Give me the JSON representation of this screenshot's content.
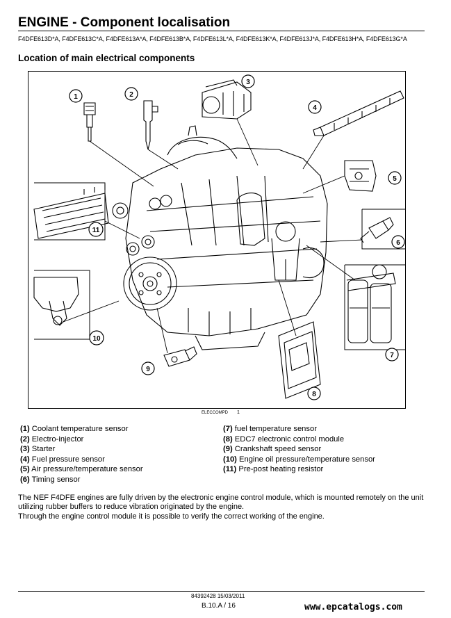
{
  "header": {
    "title": "ENGINE - Component localisation",
    "models": "F4DFE613D*A, F4DFE613C*A, F4DFE613A*A, F4DFE613B*A, F4DFE613L*A, F4DFE613K*A, F4DFE613J*A, F4DFE613H*A, F4DFE613G*A"
  },
  "section": {
    "title": "Location of main electrical components"
  },
  "figure": {
    "reference": "ELECCOMPD",
    "number": "1",
    "callouts": [
      "1",
      "2",
      "3",
      "4",
      "5",
      "6",
      "7",
      "8",
      "9",
      "10",
      "11"
    ]
  },
  "legend": {
    "left": [
      {
        "num": "(1)",
        "text": " Coolant temperature sensor"
      },
      {
        "num": "(2)",
        "text": " Electro-injector"
      },
      {
        "num": "(3)",
        "text": " Starter"
      },
      {
        "num": "(4)",
        "text": " Fuel pressure sensor"
      },
      {
        "num": "(5)",
        "text": " Air pressure/temperature sensor"
      },
      {
        "num": "(6)",
        "text": " Timing sensor"
      }
    ],
    "right": [
      {
        "num": "(7)",
        "text": " fuel temperature sensor"
      },
      {
        "num": "(8)",
        "text": " EDC7 electronic control module"
      },
      {
        "num": "(9)",
        "text": " Crankshaft speed sensor"
      },
      {
        "num": "(10)",
        "text": " Engine oil pressure/temperature sensor"
      },
      {
        "num": "(11)",
        "text": " Pre-post heating resistor"
      }
    ]
  },
  "description": {
    "line1": "The NEF F4DFE engines are fully driven by the electronic engine control module, which is mounted remotely on the unit utilizing rubber buffers to reduce vibration originated by the engine.",
    "line2": "Through the engine control module it is possible to verify the correct working of the engine."
  },
  "footer": {
    "docref": "84392428 15/03/2011",
    "page": "B.10.A / 16",
    "watermark": "www.epcatalogs.com"
  }
}
